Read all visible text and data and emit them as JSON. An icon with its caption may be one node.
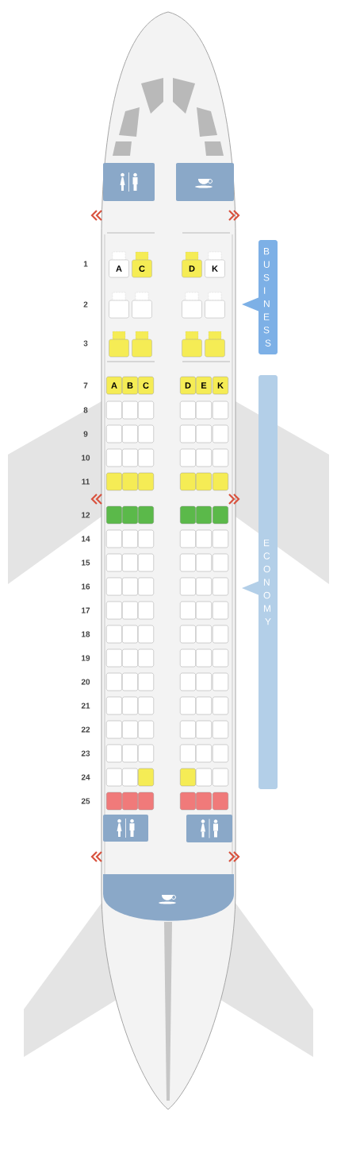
{
  "diagram": {
    "nodes": [
      {
        "text": [
          "A"
        ]
      },
      {
        "text": [
          "C"
        ]
      },
      {
        "text": [
          "D"
        ]
      },
      {
        "text": [
          "K"
        ]
      },
      {
        "text": [],
        "shape": "box"
      },
      {
        "text": [],
        "shape": "box"
      },
      {
        "text": [],
        "shape": "box"
      },
      {
        "text": [],
        "shape": "box"
      },
      {
        "text": [],
        "shape": "box"
      },
      {
        "text": [],
        "shape": "box"
      },
      {
        "text": [],
        "shape": "box"
      },
      {
        "text": [],
        "shape": "box"
      },
      {
        "text": [
          "A"
        ]
      },
      {
        "text": [
          "B"
        ]
      },
      {
        "text": [
          "C"
        ]
      },
      {
        "text": [
          "D"
        ]
      },
      {
        "text": [
          "E"
        ]
      },
      {
        "text": [
          "K"
        ]
      },
      {
        "text": [],
        "shape": "box"
      },
      {
        "text": [],
        "shape": "box"
      },
      {
        "text": [],
        "shape": "box"
      },
      {
        "text": [],
        "shape": "box"
      },
      {
        "text": [],
        "shape": "box"
      },
      {
        "text": [],
        "shape": "box"
      },
      {
        "text": [],
        "shape": "box"
      },
      {
        "text": [],
        "shape": "box"
      },
      {
        "text": [],
        "shape": "box"
      },
      {
        "text": [],
        "shape": "box"
      },
      {
        "text": [],
        "shape": "box"
      },
      {
        "text": [],
        "shape": "box"
      },
      {
        "text": [],
        "shape": "box"
      },
      {
        "text": [],
        "shape": "box"
      },
      {
        "text": [],
        "shape": "box"
      },
      {
        "text": [],
        "shape": "box"
      },
      {
        "text": [],
        "shape": "box"
      },
      {
        "text": [],
        "shape": "box"
      },
      {
        "text": [],
        "shape": "box"
      },
      {
        "text": [],
        "shape": "box"
      },
      {
        "text": [],
        "shape": "box"
      },
      {
        "text": [],
        "shape": "box"
      },
      {
        "text": [],
        "shape": "box"
      },
      {
        "text": [],
        "shape": "box"
      },
      {
        "text": [],
        "shape": "box"
      },
      {
        "text": [],
        "shape": "box"
      },
      {
        "text": [],
        "shape": "box"
      },
      {
        "text": [],
        "shape": "box"
      },
      {
        "text": [],
        "shape": "box"
      },
      {
        "text": [],
        "shape": "box"
      },
      {
        "text": [],
        "shape": "box"
      },
      {
        "text": [],
        "shape": "box"
      },
      {
        "text": [],
        "shape": "box"
      },
      {
        "text": [],
        "shape": "box"
      },
      {
        "text": [],
        "shape": "box"
      },
      {
        "text": [],
        "shape": "box"
      },
      {
        "text": [],
        "shape": "box"
      },
      {
        "text": [],
        "shape": "box"
      },
      {
        "text": [],
        "shape": "box"
      },
      {
        "text": [],
        "shape": "box"
      },
      {
        "text": [],
        "shape": "box"
      },
      {
        "text": [],
        "shape": "box"
      },
      {
        "text": [],
        "shape": "box"
      },
      {
        "text": [],
        "shape": "box"
      },
      {
        "text": [],
        "shape": "box"
      },
      {
        "text": [],
        "shape": "box"
      },
      {
        "text": [],
        "shape": "box"
      },
      {
        "text": [],
        "shape": "box"
      },
      {
        "text": [],
        "shape": "box"
      },
      {
        "text": [],
        "shape": "box"
      },
      {
        "text": [],
        "shape": "box"
      },
      {
        "text": [],
        "shape": "box"
      },
      {
        "text": [],
        "shape": "box"
      },
      {
        "text": [],
        "shape": "box"
      },
      {
        "text": [],
        "shape": "box"
      },
      {
        "text": [],
        "shape": "box"
      },
      {
        "text": [],
        "shape": "box"
      },
      {
        "text": [],
        "shape": "box"
      },
      {
        "text": [],
        "shape": "box"
      },
      {
        "text": [],
        "shape": "box"
      },
      {
        "text": [],
        "shape": "box"
      },
      {
        "text": [],
        "shape": "box"
      },
      {
        "text": [],
        "shape": "box"
      },
      {
        "text": [],
        "shape": "box"
      },
      {
        "text": [],
        "shape": "box"
      },
      {
        "text": [],
        "shape": "box"
      },
      {
        "text": [],
        "shape": "box"
      },
      {
        "text": [],
        "shape": "box"
      },
      {
        "text": [],
        "shape": "box"
      },
      {
        "text": [],
        "shape": "box"
      },
      {
        "text": [],
        "shape": "box"
      },
      {
        "text": [],
        "shape": "box"
      },
      {
        "text": [],
        "shape": "box"
      },
      {
        "text": [],
        "shape": "box"
      },
      {
        "text": [],
        "shape": "box"
      },
      {
        "text": [],
        "shape": "box"
      },
      {
        "text": [],
        "shape": "box"
      },
      {
        "text": [],
        "shape": "box"
      },
      {
        "text": [],
        "shape": "box"
      },
      {
        "text": [],
        "shape": "box"
      },
      {
        "text": [],
        "shape": "box"
      },
      {
        "text": [],
        "shape": "box"
      },
      {
        "text": [],
        "shape": "box"
      },
      {
        "text": [],
        "shape": "box"
      },
      {
        "text": [],
        "shape": "box"
      },
      {
        "text": [],
        "shape": "box"
      },
      {
        "text": [],
        "shape": "box"
      },
      {
        "text": [],
        "shape": "box"
      },
      {
        "text": [],
        "shape": "box"
      },
      {
        "text": [],
        "shape": "box"
      },
      {
        "text": [],
        "shape": "box"
      },
      {
        "text": [],
        "shape": "box"
      },
      {
        "text": [],
        "shape": "box"
      },
      {
        "text": [],
        "shape": "box"
      },
      {
        "text": [],
        "shape": "box"
      },
      {
        "text": [],
        "shape": "box"
      },
      {
        "text": [],
        "shape": "box"
      },
      {
        "text": [],
        "shape": "box"
      },
      {
        "text": [],
        "shape": "box"
      },
      {
        "text": [],
        "shape": "box"
      },
      {
        "text": [],
        "shape": "box"
      },
      {
        "text": [],
        "shape": "box"
      },
      {
        "text": [
          "BUSINESS"
        ]
      },
      {
        "text": [
          "ECONOMY"
        ]
      }
    ],
    "labels": [
      "1",
      "2",
      "3",
      "7",
      "8",
      "9",
      "10",
      "11",
      "12",
      "14",
      "15",
      "16",
      "17",
      "18",
      "19",
      "20",
      "21",
      "22",
      "23",
      "24",
      "25"
    ]
  }
}
